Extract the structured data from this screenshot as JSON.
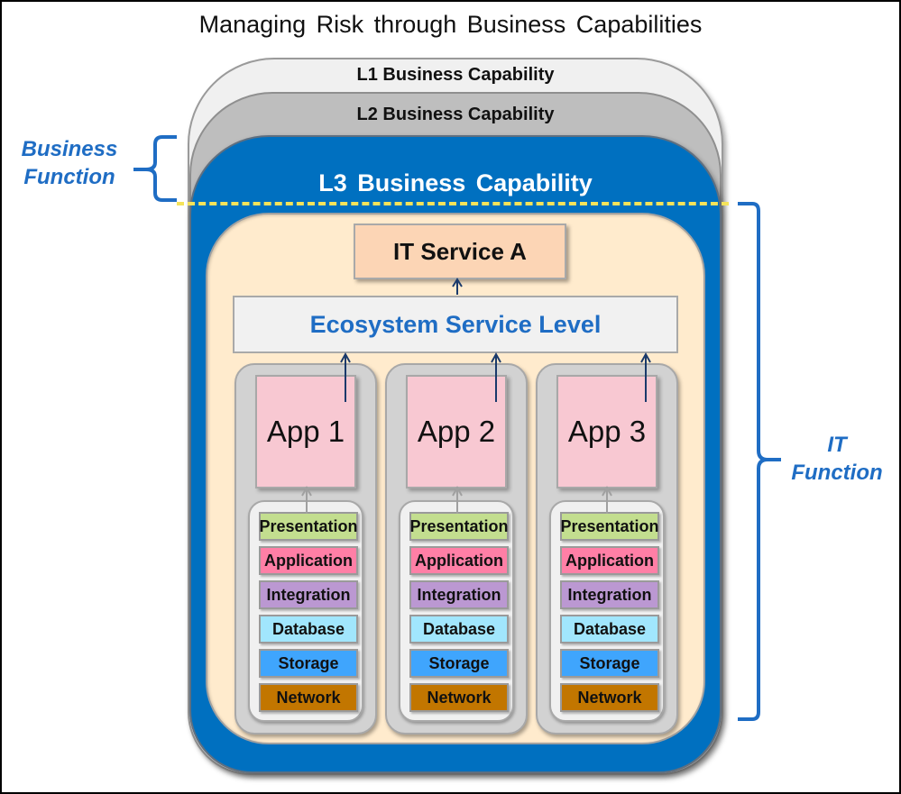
{
  "title": "Managing Risk through Business Capabilities",
  "capability_levels": [
    {
      "label": "L1 Business Capability",
      "color": "#f0f0f0"
    },
    {
      "label": "L2 Business Capability",
      "color": "#bebebe"
    },
    {
      "label": "L3 Business Capability",
      "color": "#0070c0"
    }
  ],
  "it_service": {
    "label": "IT Service A",
    "color": "#fcd5b5"
  },
  "ecosystem": {
    "label": "Ecosystem Service Level",
    "color": "#f1f1f1"
  },
  "apps": [
    {
      "label": "App 1"
    },
    {
      "label": "App 2"
    },
    {
      "label": "App 3"
    }
  ],
  "tiers": [
    {
      "label": "Presentation",
      "color": "#c3de8f"
    },
    {
      "label": "Application",
      "color": "#ff7fa6"
    },
    {
      "label": "Integration",
      "color": "#bb98d2"
    },
    {
      "label": "Database",
      "color": "#a1e6fd"
    },
    {
      "label": "Storage",
      "color": "#3fa5fd"
    },
    {
      "label": "Network",
      "color": "#c27600"
    }
  ],
  "annotations": {
    "business_function": {
      "line1": "Business",
      "line2": "Function"
    },
    "it_function": {
      "line1": "IT",
      "line2": "Function"
    }
  },
  "colors": {
    "accent_blue": "#1f6dc4",
    "divider_yellow": "#f5e35a",
    "arrow": "#1a3a6b"
  }
}
